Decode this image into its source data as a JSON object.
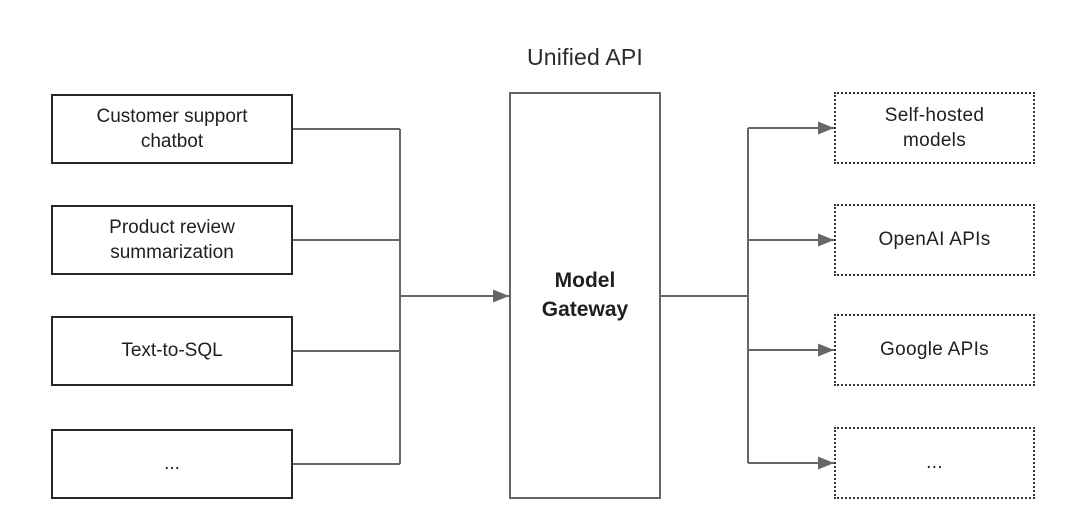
{
  "header": {
    "title": "Unified API"
  },
  "gateway": {
    "label": "Model\nGateway"
  },
  "use_cases": {
    "items": [
      {
        "label": "Customer support\nchatbot"
      },
      {
        "label": "Product review\nsummarization"
      },
      {
        "label": "Text-to-SQL"
      },
      {
        "label": "..."
      }
    ]
  },
  "providers": {
    "items": [
      {
        "label": "Self-hosted\nmodels"
      },
      {
        "label": "OpenAI APIs"
      },
      {
        "label": "Google APIs"
      },
      {
        "label": "..."
      }
    ]
  },
  "edges": [
    {
      "from": "customer-support-chatbot",
      "to": "model-gateway"
    },
    {
      "from": "product-review-summarization",
      "to": "model-gateway"
    },
    {
      "from": "text-to-sql",
      "to": "model-gateway"
    },
    {
      "from": "use-case-more",
      "to": "model-gateway"
    },
    {
      "from": "model-gateway",
      "to": "self-hosted-models"
    },
    {
      "from": "model-gateway",
      "to": "openai-apis"
    },
    {
      "from": "model-gateway",
      "to": "google-apis"
    },
    {
      "from": "model-gateway",
      "to": "provider-more"
    }
  ],
  "colors": {
    "background": "#ffffff",
    "solid_box_border": "#262626",
    "dotted_box_border": "#333333",
    "gateway_border": "#666666",
    "connector_line": "#666666",
    "text": "#1f1f1f"
  }
}
